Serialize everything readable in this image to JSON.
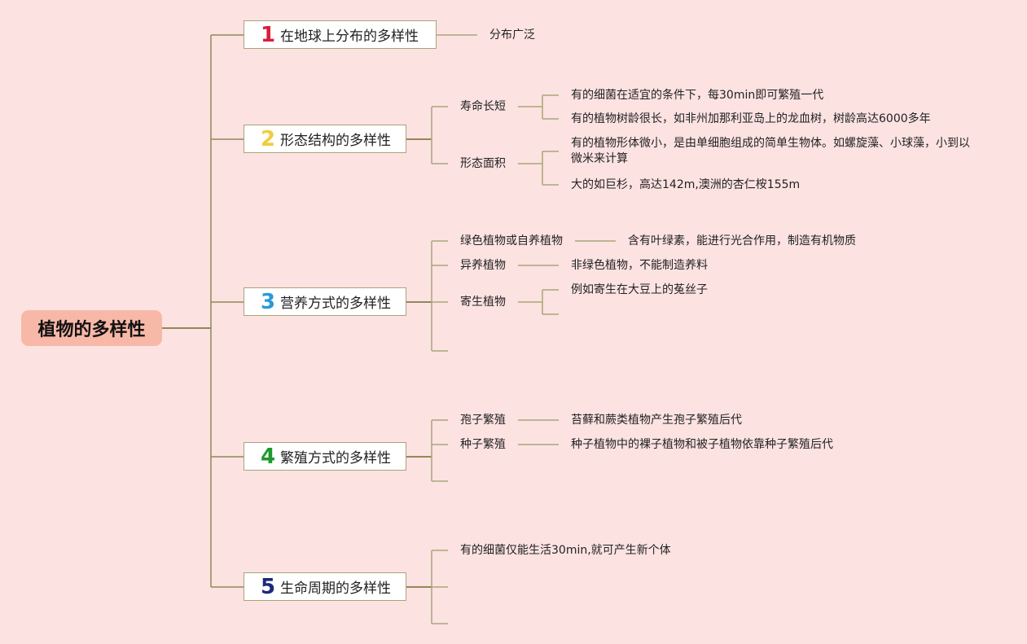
{
  "root": {
    "label": "植物的多样性"
  },
  "branches": [
    {
      "num": "1",
      "num_color": "#d81e3c",
      "label": "在地球上分布的多样性",
      "leaf": "分布广泛"
    },
    {
      "num": "2",
      "num_color": "#f2cc3c",
      "label": "形态结构的多样性",
      "children": [
        {
          "label": "寿命长短",
          "details": [
            "有的细菌在适宜的条件下，每30min即可繁殖一代",
            "有的植物树龄很长，如非州加那利亚岛上的龙血树，树龄高达6000多年"
          ]
        },
        {
          "label": "形态面积",
          "details": [
            "有的植物形体微小，是由单细胞组成的简单生物体。如螺旋藻、小球藻，小到以微米来计算",
            "大的如巨杉，高达142m,澳洲的杏仁桉155m"
          ]
        }
      ]
    },
    {
      "num": "3",
      "num_color": "#2a9ad8",
      "label": "营养方式的多样性",
      "children": [
        {
          "label": "绿色植物或自养植物",
          "details": [
            "含有叶绿素，能进行光合作用，制造有机物质"
          ]
        },
        {
          "label": "异养植物",
          "details": [
            "非绿色植物，不能制造养料"
          ]
        },
        {
          "label": "寄生植物",
          "details": [
            "例如寄生在大豆上的菟丝子"
          ]
        }
      ]
    },
    {
      "num": "4",
      "num_color": "#1e9a2c",
      "label": "繁殖方式的多样性",
      "children": [
        {
          "label": "孢子繁殖",
          "details": [
            "苔藓和蕨类植物产生孢子繁殖后代"
          ]
        },
        {
          "label": "种子繁殖",
          "details": [
            "种子植物中的裸子植物和被子植物依靠种子繁殖后代"
          ]
        }
      ]
    },
    {
      "num": "5",
      "num_color": "#1c2a7a",
      "label": "生命周期的多样性",
      "children": [
        {
          "label": "有的细菌仅能生活30min,就可产生新个体"
        }
      ]
    }
  ]
}
